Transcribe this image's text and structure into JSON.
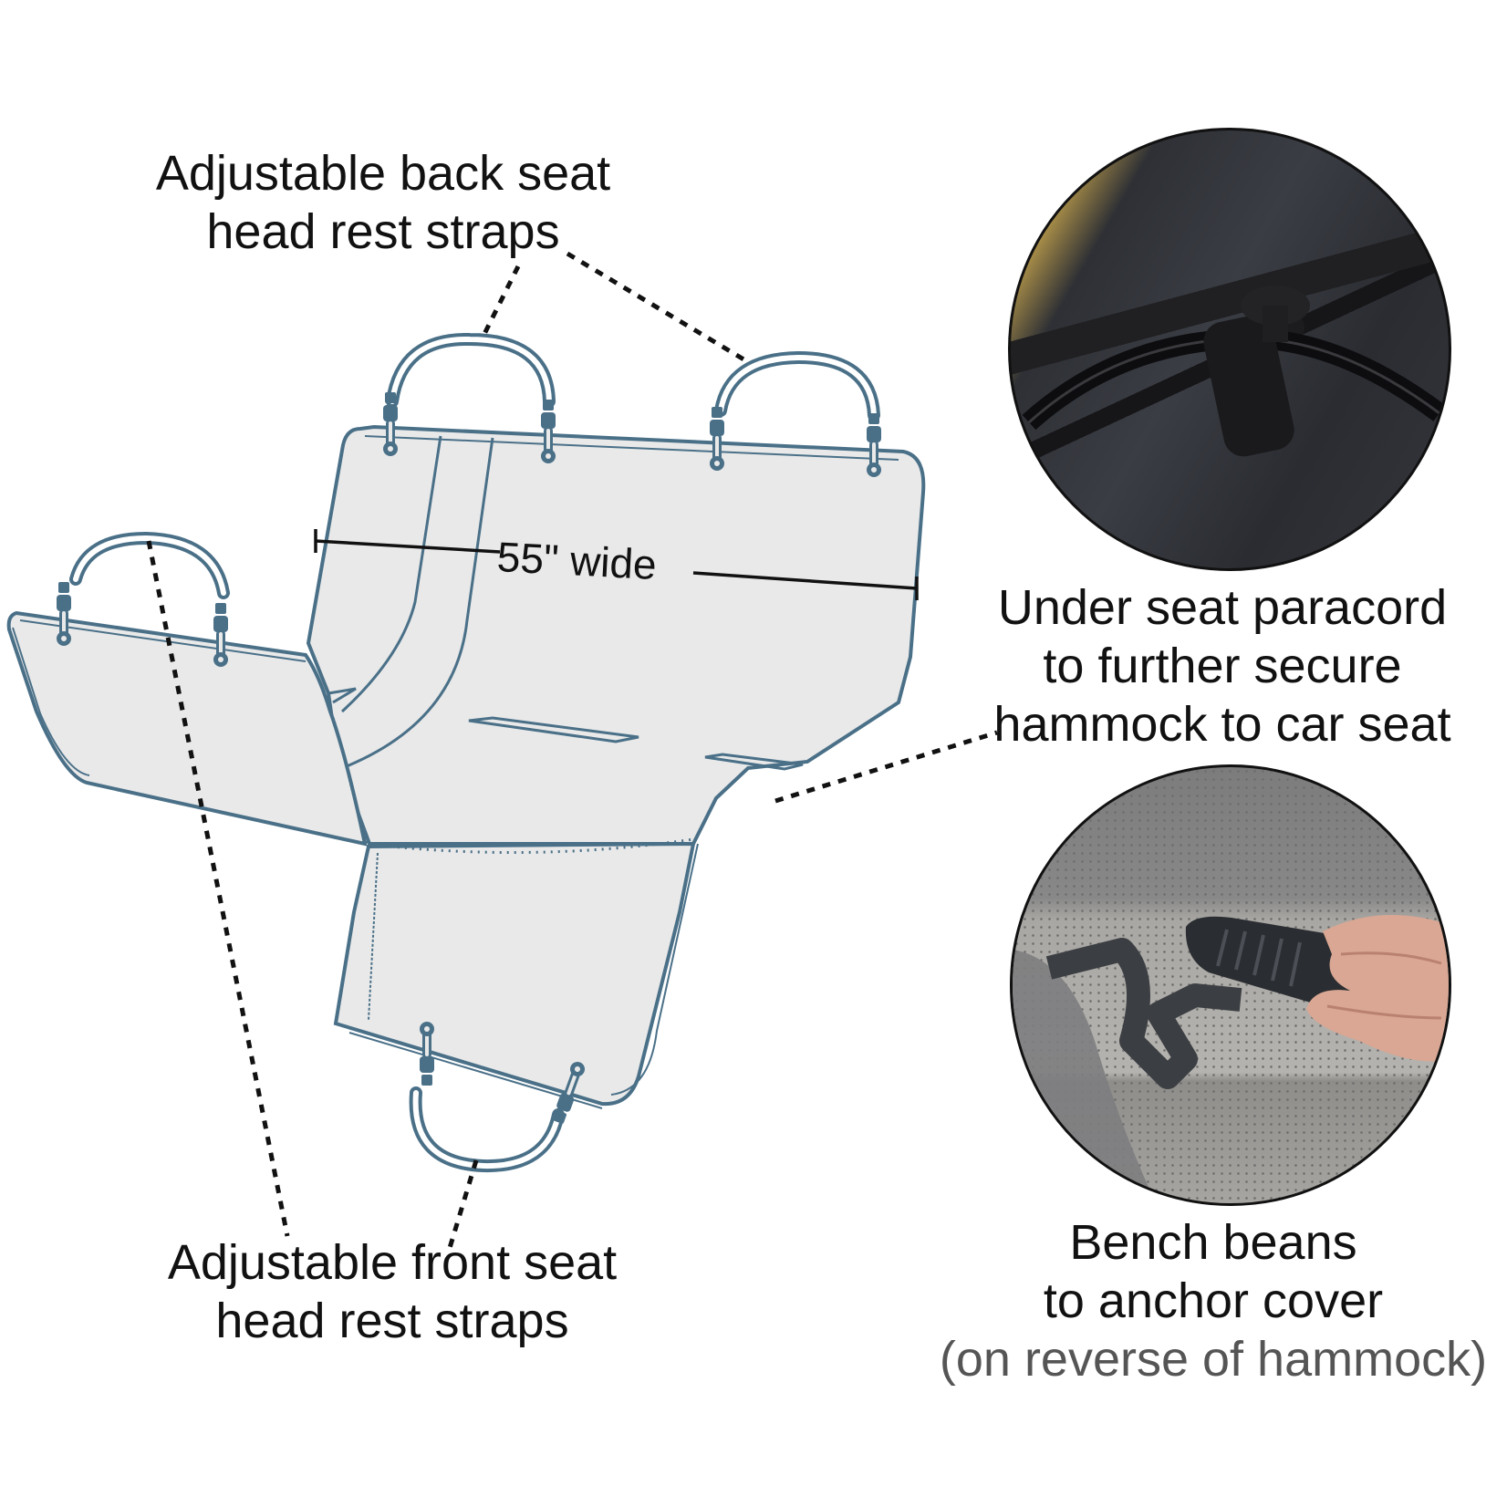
{
  "colors": {
    "outline": "#4a7088",
    "fill": "#e9e9e9",
    "leader": "#111111",
    "text": "#111111",
    "muted_text": "#555555"
  },
  "labels": {
    "back_straps": {
      "line1": "Adjustable back seat",
      "line2": "head rest straps"
    },
    "width": {
      "text": "55\" wide"
    },
    "paracord": {
      "line1": "Under seat paracord",
      "line2": "to further secure",
      "line3": "hammock to car seat"
    },
    "front_straps": {
      "line1": "Adjustable front seat",
      "line2": "head rest straps"
    },
    "bench_beans": {
      "line1": "Bench beans",
      "line2": "to anchor cover",
      "line3": "(on reverse of hammock)"
    }
  },
  "photos": {
    "paracord_photo": {
      "subject": "black elastic paracord with cord lock toggle on black fabric"
    },
    "bench_bean_photo": {
      "subject": "hand inserting black bench bean anchor between grey perforated leather seat cushions"
    }
  }
}
